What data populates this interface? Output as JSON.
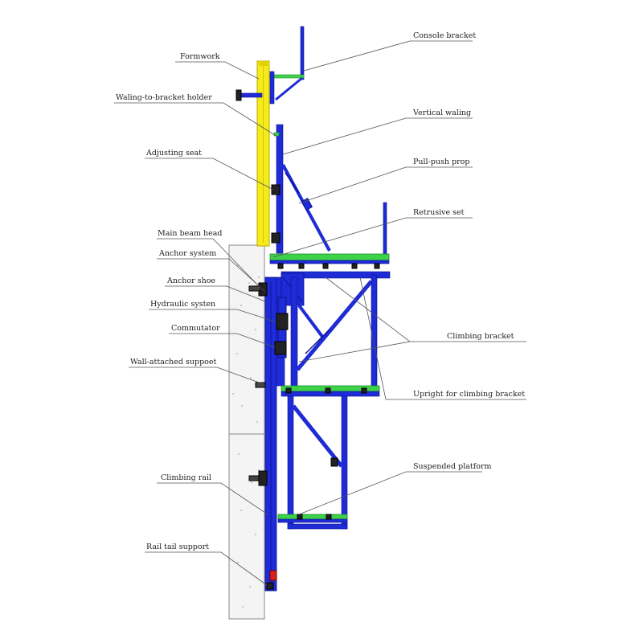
{
  "colors": {
    "steel_blue": "#1e2bd6",
    "steel_outline": "#0a1390",
    "formwork_yellow": "#f4ea1c",
    "formwork_outline": "#b9a800",
    "platform_green": "#3ed14a",
    "concrete": "#f4f4f4",
    "leader": "#555555"
  },
  "labels_left": [
    "Formwork",
    "Waling-to-bracket holder",
    "Adjusting seat",
    "Main beam head",
    "Anchor system",
    "Anchor shoe",
    "Hydraulic systen",
    "Commutator",
    "Wall-attached suppoet",
    "Climbing rail",
    "Rail tail support"
  ],
  "labels_right": [
    "Console bracket",
    "Vertical waling",
    "Pull-push prop",
    "Retrusive set",
    "Climbing bracket",
    "Upright for climbing bracket",
    "Suspended platform"
  ]
}
